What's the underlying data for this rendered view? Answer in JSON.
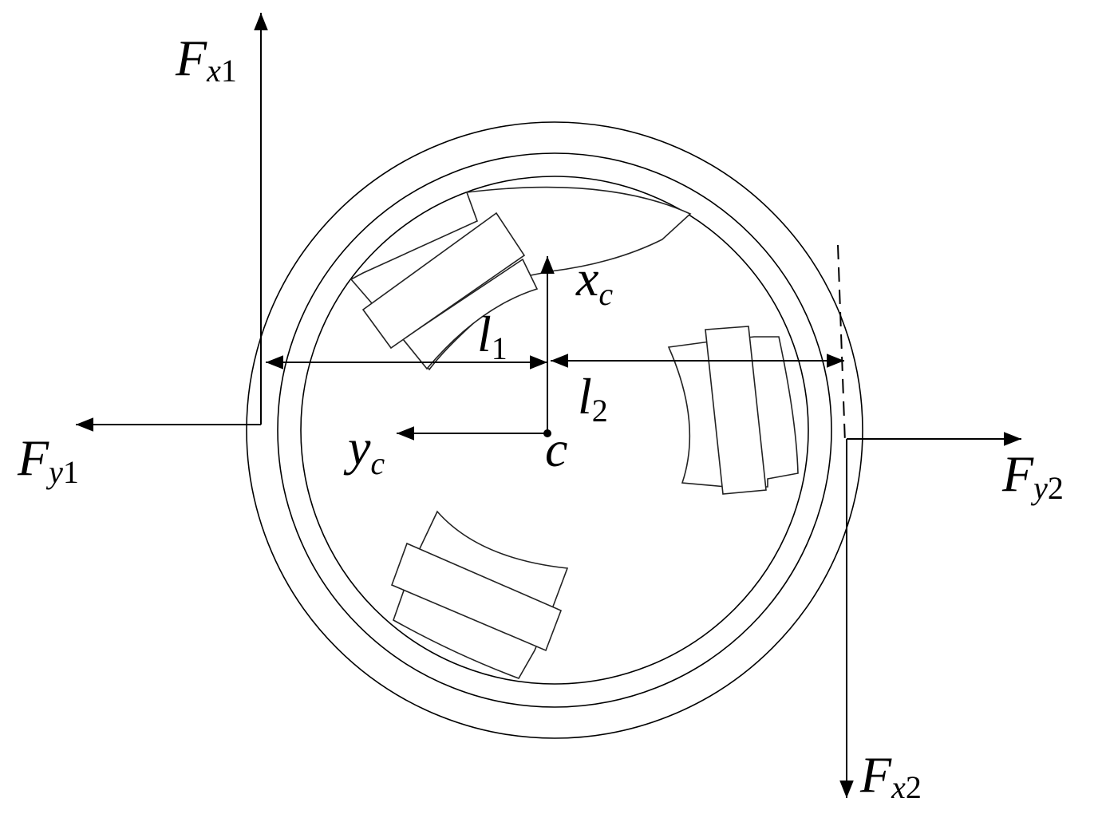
{
  "labels": {
    "fx1": {
      "main": "F",
      "sub_var": "x",
      "sub_num": "1"
    },
    "fy1": {
      "main": "F",
      "sub_var": "y",
      "sub_num": "1"
    },
    "fx2": {
      "main": "F",
      "sub_var": "x",
      "sub_num": "2"
    },
    "fy2": {
      "main": "F",
      "sub_var": "y",
      "sub_num": "2"
    },
    "xc": {
      "main": "x",
      "sub_var": "c"
    },
    "yc": {
      "main": "y",
      "sub_var": "c"
    },
    "c": "c",
    "l1": {
      "main": "l",
      "sub_num": "1"
    },
    "l2": {
      "main": "l",
      "sub_num": "2"
    }
  },
  "colors": {
    "stroke": "#000000",
    "background": "#ffffff"
  }
}
